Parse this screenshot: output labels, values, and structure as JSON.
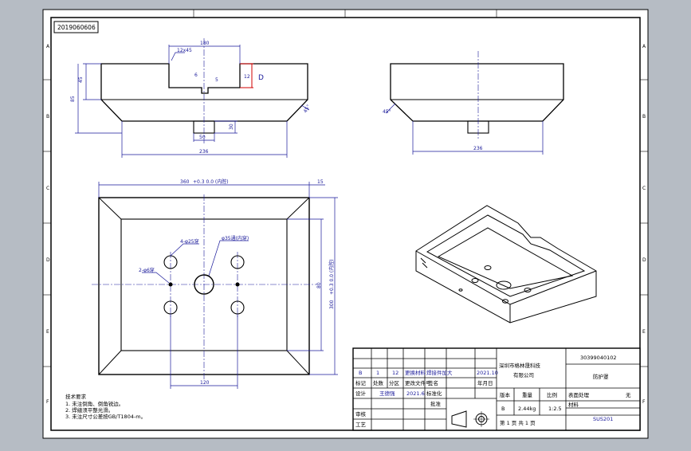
{
  "drawing": {
    "code": "2019060606",
    "zones_vertical": [
      "A",
      "B",
      "C",
      "D",
      "E",
      "F"
    ],
    "views": {
      "front": {
        "dims": {
          "width_top": "180",
          "slot": "12x45",
          "depth_sym": "12",
          "height_left": "45",
          "height_total": "85",
          "small6": "6",
          "small5": "5",
          "boss_h": "30",
          "boss_w": "50",
          "base_w": "236",
          "chamfer": "45°"
        },
        "section_letter": "D"
      },
      "side": {
        "dims": {
          "chamfer": "45°",
          "base_w": "236"
        }
      },
      "top": {
        "dims": {
          "overall_w": "360",
          "overall_w_tol": "+0.3 0.0 (内腔)",
          "flange": "15",
          "holes4": "4-φ25穿",
          "center_hole": "φ35通(内穿)",
          "holes2": "2-φ6穿",
          "span_120": "120",
          "span_80": "80",
          "overall_h": "300",
          "overall_h_tol": "+0.3 0.0 (内腔)",
          "bottom_120": "120"
        }
      }
    }
  },
  "notes": {
    "title": "技术要求",
    "lines": [
      "1. 未注倒角、倒角锐边。",
      "2. 焊缝须平整光滑。",
      "3. 未注尺寸公差按GB/T1804-m。"
    ]
  },
  "title_block": {
    "company": "深圳市格林晟科技\n有限公司",
    "drawing_no": "30399040102",
    "part_name": "防护罩",
    "rev_row": {
      "mark": "B",
      "qty": "1",
      "zone": "12",
      "doc": "更换材料",
      "desc": "焊接件加大",
      "date": "2021.10"
    },
    "headers": {
      "mark": "标记",
      "qty": "处数",
      "zone": "分区",
      "doc": "更改文件号",
      "sign": "签名",
      "date": "年月日"
    },
    "row_design": {
      "label": "设计",
      "name": "王德强",
      "date": "2021.6",
      "std": "标准化"
    },
    "row_review": {
      "label": "审核"
    },
    "row_process": {
      "label": "工艺",
      "approve": "批准"
    },
    "version_label": "版本",
    "weight_label": "重量",
    "scale_label": "比例",
    "version": "B",
    "weight": "2.44kg",
    "scale": "1:2.5",
    "material_label": "材料",
    "material": "SUS201",
    "sheet": "第 1 页 共 1 页",
    "surface_label": "表面处理",
    "surface_value": "无"
  }
}
